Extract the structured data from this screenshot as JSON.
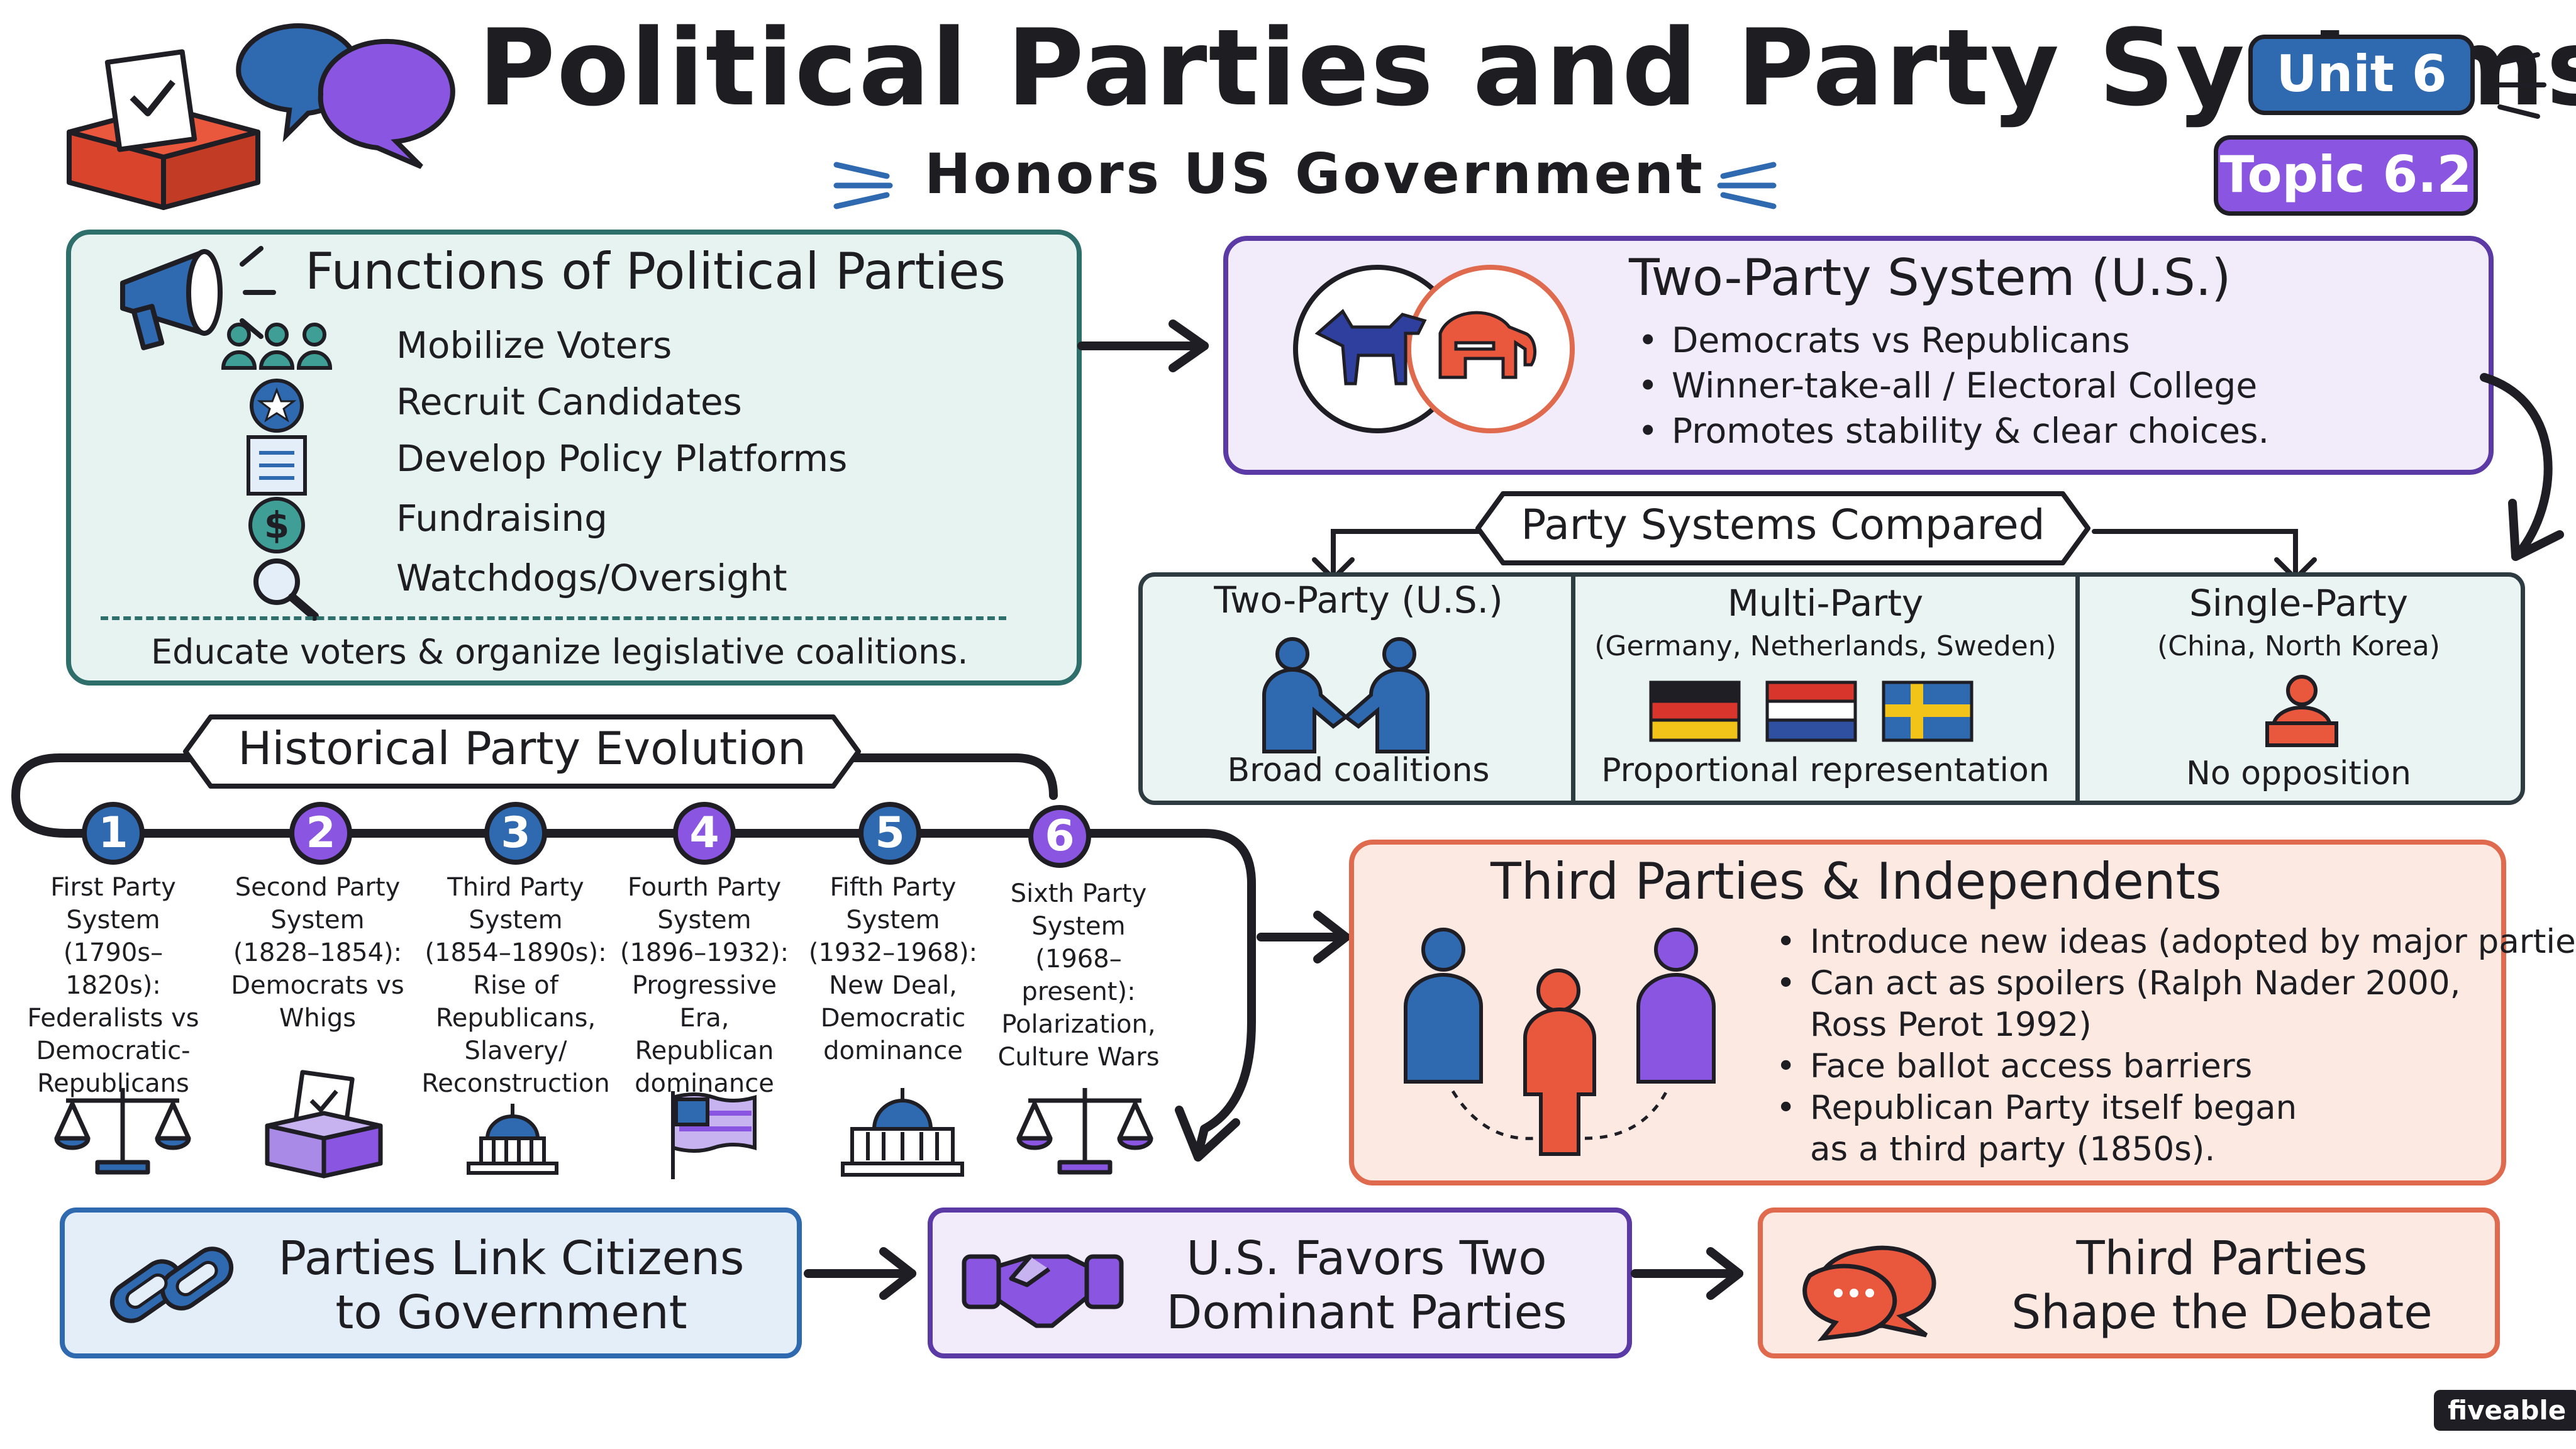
{
  "header": {
    "title": "Political Parties and Party Systems",
    "subtitle": "Honors US Government",
    "unit_badge": "Unit 6",
    "topic_badge": "Topic 6.2",
    "colors": {
      "unit": "#2f6ab0",
      "topic": "#8a55e0"
    }
  },
  "functions": {
    "title": "Functions of Political Parties",
    "items": [
      {
        "label": "Mobilize Voters",
        "icon": "people-group-icon"
      },
      {
        "label": "Recruit Candidates",
        "icon": "star-badge-icon"
      },
      {
        "label": "Develop Policy Platforms",
        "icon": "document-icon"
      },
      {
        "label": "Fundraising",
        "icon": "dollar-coin-icon"
      },
      {
        "label": "Watchdogs/Oversight",
        "icon": "magnifier-icon"
      }
    ],
    "footer": "Educate voters & organize legislative coalitions."
  },
  "two_party": {
    "title": "Two-Party System (U.S.)",
    "bullets": [
      "Democrats vs Republicans",
      "Winner-take-all / Electoral College",
      "Promotes stability & clear choices."
    ]
  },
  "compared": {
    "title": "Party Systems Compared",
    "columns": [
      {
        "title": "Two-Party (U.S.)",
        "subtitle": "",
        "caption": "Broad coalitions",
        "icon": "handshake-people-icon"
      },
      {
        "title": "Multi-Party",
        "subtitle": "(Germany, Netherlands, Sweden)",
        "caption": "Proportional representation",
        "icon": "flags-icon"
      },
      {
        "title": "Single-Party",
        "subtitle": "(China, North Korea)",
        "caption": "No opposition",
        "icon": "person-at-podium-icon"
      }
    ]
  },
  "history": {
    "title": "Historical Party Evolution",
    "eras": [
      {
        "num": "1",
        "lines": [
          "First Party",
          "System",
          "(1790s–1820s):",
          "Federalists vs",
          "Democratic-",
          "Republicans"
        ],
        "color": "#2f6ab0",
        "icon": "scales-icon"
      },
      {
        "num": "2",
        "lines": [
          "Second Party",
          "System",
          "(1828–1854):",
          "Democrats vs",
          "Whigs"
        ],
        "color": "#8a55e0",
        "icon": "ballot-box-icon"
      },
      {
        "num": "3",
        "lines": [
          "Third Party",
          "System",
          "(1854–1890s):",
          "Rise of",
          "Republicans,",
          "Slavery/",
          "Reconstruction"
        ],
        "color": "#2f6ab0",
        "icon": "capitol-dome-icon"
      },
      {
        "num": "4",
        "lines": [
          "Fourth Party",
          "System",
          "(1896–1932):",
          "Progressive Era,",
          "Republican",
          "dominance"
        ],
        "color": "#8a55e0",
        "icon": "flag-icon"
      },
      {
        "num": "5",
        "lines": [
          "Fifth Party",
          "System",
          "(1932–1968):",
          "New Deal,",
          "Democratic",
          "dominance"
        ],
        "color": "#2f6ab0",
        "icon": "capitol-building-icon"
      },
      {
        "num": "6",
        "lines": [
          "Sixth Party",
          "System",
          "(1968–present):",
          "Polarization,",
          "Culture Wars"
        ],
        "color": "#8a55e0",
        "icon": "scales-icon"
      }
    ]
  },
  "third_parties": {
    "title": "Third Parties & Independents",
    "bullets": [
      "Introduce new ideas (adopted by major parties)",
      "Can act as spoilers (Ralph Nader 2000,",
      "Face ballot access barriers",
      "Republican Party itself began"
    ],
    "continuations": [
      "Ross Perot 1992)",
      "as a third party (1850s)."
    ]
  },
  "bottom": [
    {
      "label_lines": [
        "Parties Link Citizens",
        "to Government"
      ],
      "icon": "chain-link-icon"
    },
    {
      "label_lines": [
        "U.S. Favors Two",
        "Dominant Parties"
      ],
      "icon": "handshake-icon"
    },
    {
      "label_lines": [
        "Third Parties",
        "Shape the Debate"
      ],
      "icon": "speech-bubbles-icon"
    }
  ],
  "brand": "fiveable"
}
